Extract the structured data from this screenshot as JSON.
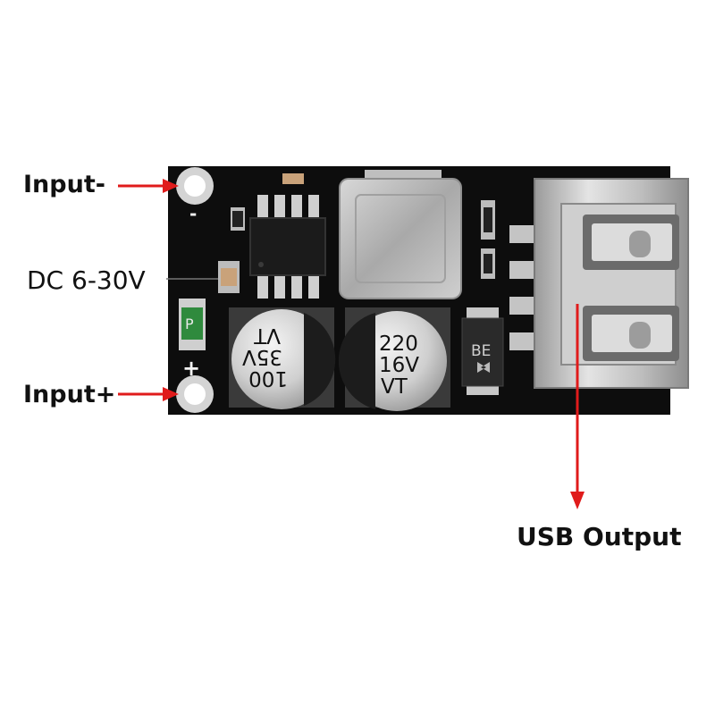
{
  "labels": {
    "input_minus": "Input-",
    "input_plus": "Input+",
    "dc_range": "DC  6-30V",
    "usb_output": "USB Output"
  },
  "silkscreen": {
    "minus": "-",
    "plus": "+",
    "led": "P"
  },
  "capacitor_left": {
    "line1": "100",
    "line2": "35V",
    "line3": "VT"
  },
  "capacitor_right": {
    "line1": "220",
    "line2": "16V",
    "line3": "VT"
  },
  "diode": {
    "code": "BE"
  },
  "colors": {
    "pcb": "#0d0d0d",
    "arrow": "#e01b1b",
    "metal": "#b9b9b9",
    "led_green": "#2f8a3d"
  }
}
